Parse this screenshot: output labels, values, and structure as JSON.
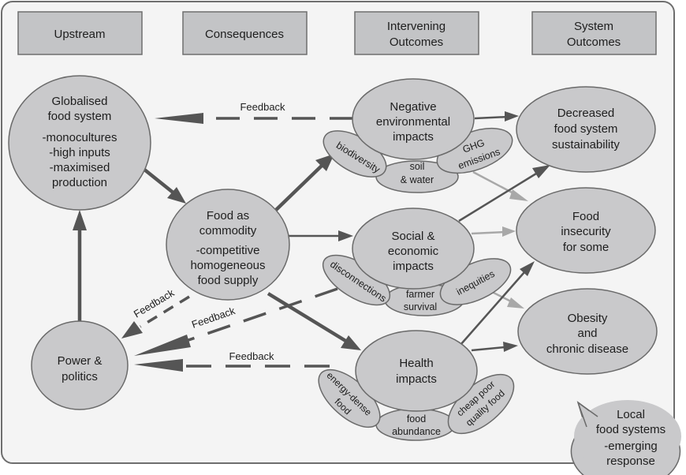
{
  "headers": {
    "upstream": "Upstream",
    "consequences": "Consequences",
    "intervening": [
      "Intervening",
      "Outcomes"
    ],
    "system": [
      "System",
      "Outcomes"
    ]
  },
  "nodes": {
    "globalised": {
      "title": [
        "Globalised",
        "food system"
      ],
      "bullets": [
        "-monocultures",
        "-high inputs",
        "-maximised",
        "production"
      ]
    },
    "commodity": {
      "title": [
        "Food as",
        "commodity"
      ],
      "bullets": [
        "-competitive",
        "homogeneous",
        "food supply"
      ]
    },
    "power": {
      "title": [
        "Power &",
        "politics"
      ]
    },
    "environmental": {
      "title": [
        "Negative",
        "environmental",
        "impacts"
      ],
      "petals": {
        "left": "biodiversity",
        "middle": [
          "soil",
          "& water"
        ],
        "right": [
          "GHG",
          "emissions"
        ]
      }
    },
    "social": {
      "title": [
        "Social &",
        "economic",
        "impacts"
      ],
      "petals": {
        "left": "disconnections",
        "middle": [
          "farmer",
          "survival"
        ],
        "right": "inequities"
      }
    },
    "health": {
      "title": [
        "Health",
        "impacts"
      ],
      "petals": {
        "left": [
          "energy-dense",
          "food"
        ],
        "middle": [
          "food",
          "abundance"
        ],
        "right": [
          "cheap poor",
          "quality food"
        ]
      }
    },
    "sustainability": {
      "title": [
        "Decreased",
        "food system",
        "sustainability"
      ]
    },
    "insecurity": {
      "title": [
        "Food",
        "insecurity",
        "for some"
      ]
    },
    "obesity": {
      "title": [
        "Obesity",
        "and",
        "chronic disease"
      ]
    },
    "local": {
      "title": [
        "Local",
        "food systems",
        "-emerging",
        "response"
      ]
    }
  },
  "edges": {
    "feedback_label": "Feedback"
  },
  "colors": {
    "node_fill": "#c9c9cb",
    "header_fill": "#c3c4c6",
    "background": "#f4f4f4",
    "arrow_dark": "#555555",
    "arrow_light": "#a8a8a8"
  }
}
